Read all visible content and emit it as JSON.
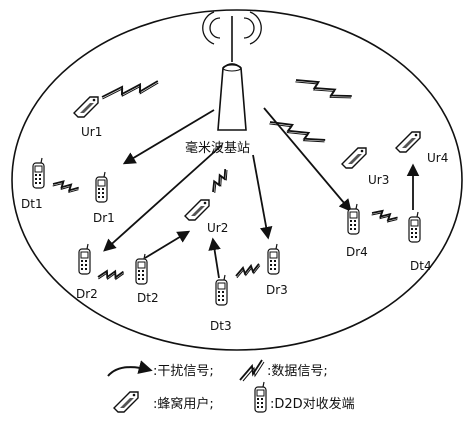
{
  "base_station": {
    "label": "毫米波基站"
  },
  "cellular_users": [
    "Ur1",
    "Ur2",
    "Ur3",
    "Ur4"
  ],
  "d2d_transmitters": [
    "Dt1",
    "Dt2",
    "Dt3",
    "Dt4"
  ],
  "d2d_receivers": [
    "Dr1",
    "Dr2",
    "Dr3",
    "Dr4"
  ],
  "legend": {
    "interference": ":干扰信号;",
    "data": ":数据信号;",
    "cellular_user": ":蜂窝用户;",
    "d2d_pair": ":D2D对收发端"
  }
}
